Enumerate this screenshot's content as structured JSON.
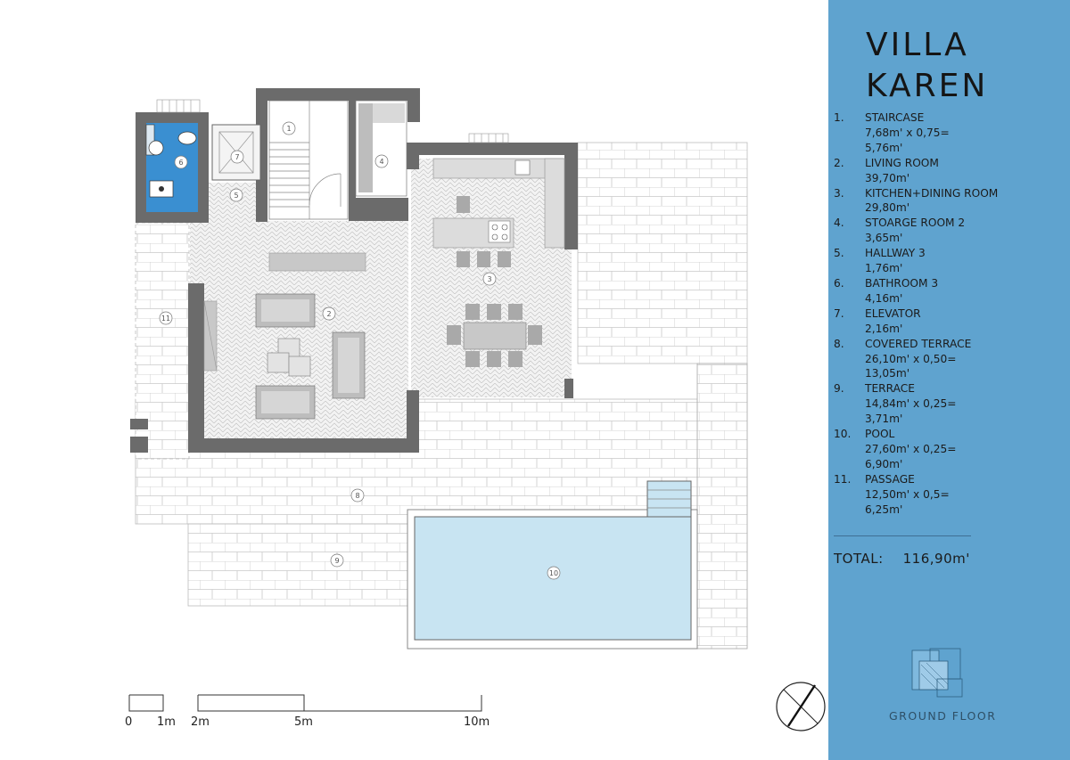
{
  "title": {
    "line1": "VILLA",
    "line2": "KAREN"
  },
  "legend": [
    {
      "num": "1.",
      "lines": [
        "STAIRCASE",
        "7,68m' x 0,75=",
        "5,76m'"
      ]
    },
    {
      "num": "2.",
      "lines": [
        "LIVING ROOM",
        "39,70m'"
      ]
    },
    {
      "num": "3.",
      "lines": [
        "KITCHEN+DINING ROOM",
        "29,80m'"
      ]
    },
    {
      "num": "4.",
      "lines": [
        "STOARGE ROOM 2",
        "3,65m'"
      ]
    },
    {
      "num": "5.",
      "lines": [
        "HALLWAY 3",
        "1,76m'"
      ]
    },
    {
      "num": "6.",
      "lines": [
        "BATHROOM 3",
        "4,16m'"
      ]
    },
    {
      "num": "7.",
      "lines": [
        "ELEVATOR",
        "2,16m'"
      ]
    },
    {
      "num": "8.",
      "lines": [
        "COVERED TERRACE",
        "26,10m' x 0,50=",
        "13,05m'"
      ]
    },
    {
      "num": "9.",
      "lines": [
        "TERRACE",
        "14,84m' x 0,25=",
        "3,71m'"
      ]
    },
    {
      "num": "10.",
      "lines": [
        "POOL",
        "27,60m' x 0,25=",
        "6,90m'"
      ]
    },
    {
      "num": "11.",
      "lines": [
        "PASSAGE",
        "12,50m' x 0,5=",
        "6,25m'"
      ]
    }
  ],
  "total": {
    "label": "TOTAL:",
    "value": "116,90m'"
  },
  "floor_label": "GROUND FLOOR",
  "scale": {
    "labels": [
      "0",
      "1m",
      "2m",
      "5m",
      "10m"
    ]
  },
  "room_markers": [
    "1",
    "2",
    "3",
    "4",
    "5",
    "6",
    "7",
    "8",
    "9",
    "10",
    "11"
  ],
  "colors": {
    "panel": "#5fa3cf",
    "wall": "#6b6b6b",
    "pool": "#c5e3f1",
    "bathroom": "#3a8fd1"
  }
}
